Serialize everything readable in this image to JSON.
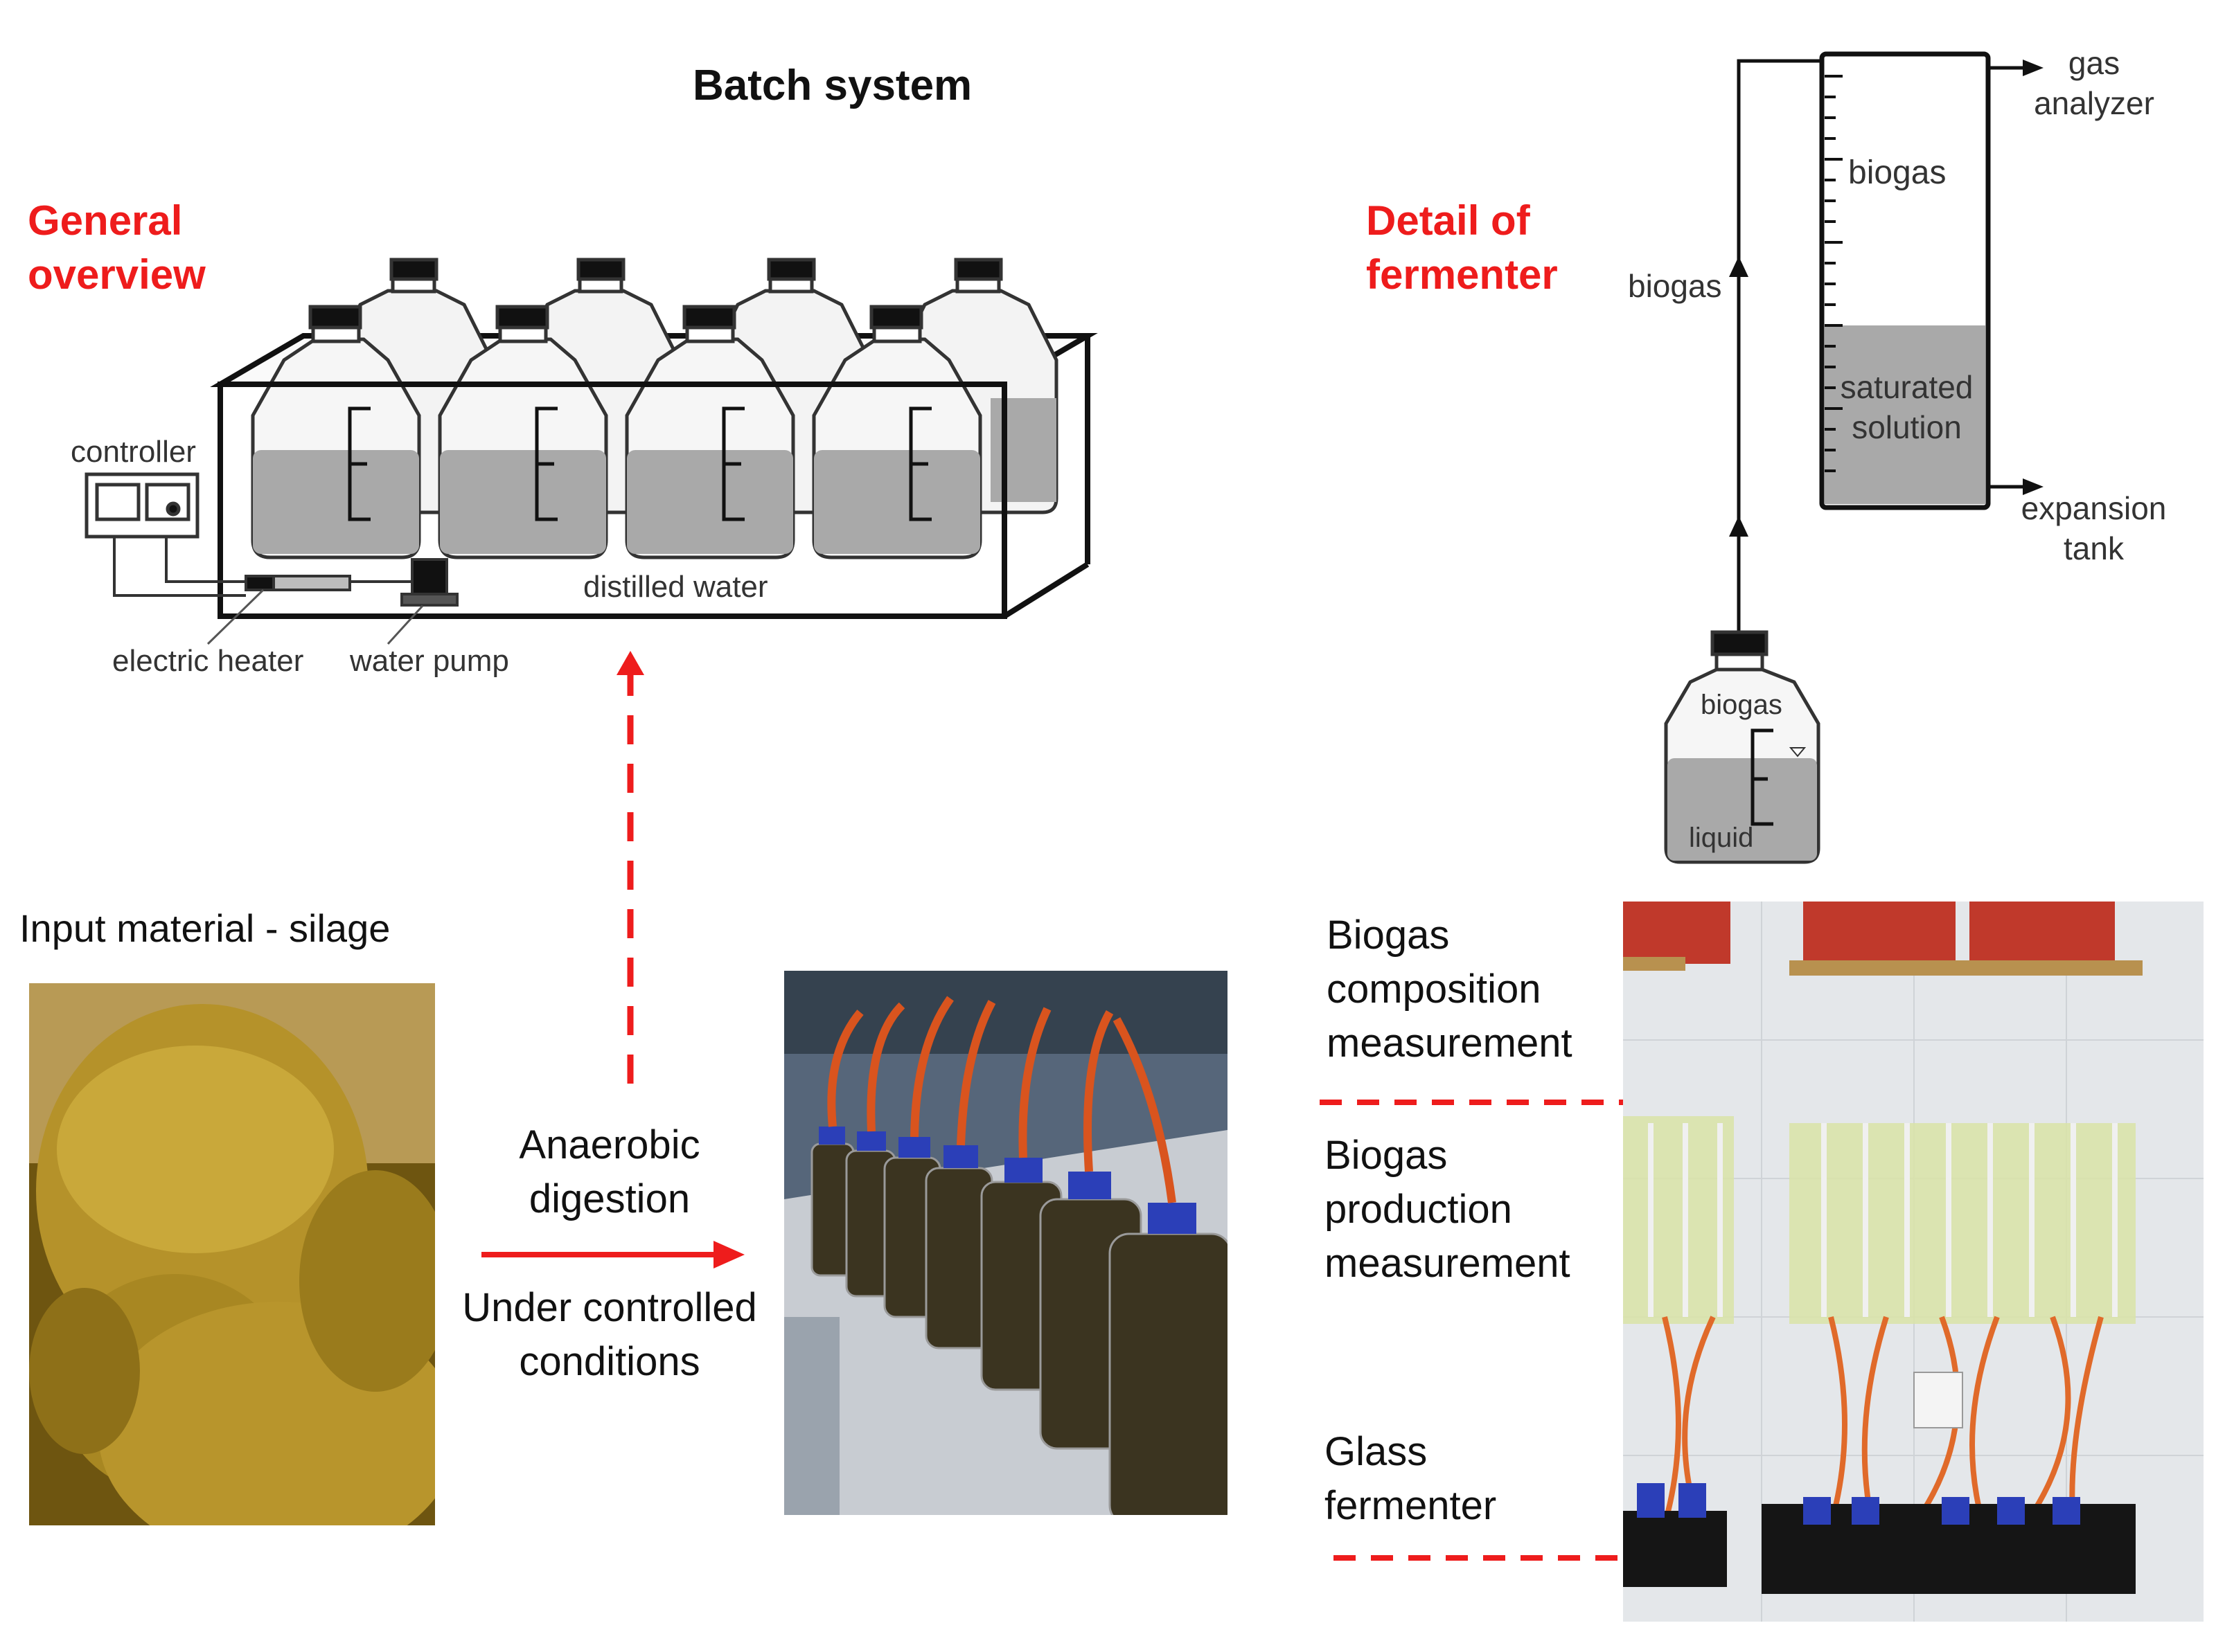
{
  "title": "Batch system",
  "overview": {
    "heading": "General overview",
    "heading_line1": "General",
    "heading_line2": "overview",
    "controller_label": "controller",
    "heater_label": "electric heater",
    "pump_label": "water pump",
    "water_label": "distilled water"
  },
  "fermenter_detail": {
    "heading_line1": "Detail of",
    "heading_line2": "fermenter",
    "biogas_pipe_label": "biogas",
    "column_biogas_label": "biogas",
    "saturated_line1": "saturated",
    "saturated_line2": "solution",
    "gas_analyzer_line1": "gas",
    "gas_analyzer_line2": "analyzer",
    "expansion_line1": "expansion",
    "expansion_line2": "tank",
    "bottle_biogas_label": "biogas",
    "bottle_liquid_label": "liquid"
  },
  "input": {
    "label": "Input material - silage"
  },
  "process": {
    "line1": "Anaerobic",
    "line2": "digestion",
    "line3": "Under controlled",
    "line4": "conditions"
  },
  "measurement": {
    "composition_line1": "Biogas",
    "composition_line2": "composition",
    "composition_line3": "measurement",
    "production_line1": "Biogas",
    "production_line2": "production",
    "production_line3": "measurement",
    "glass_line1": "Glass",
    "glass_line2": "fermenter"
  },
  "colors": {
    "accent_red": "#ee1c1c",
    "liquid_gray": "#a9a9a9",
    "silage": "#b8962c",
    "tube_orange": "#d9541e",
    "cap_blue": "#2b3fb8"
  }
}
